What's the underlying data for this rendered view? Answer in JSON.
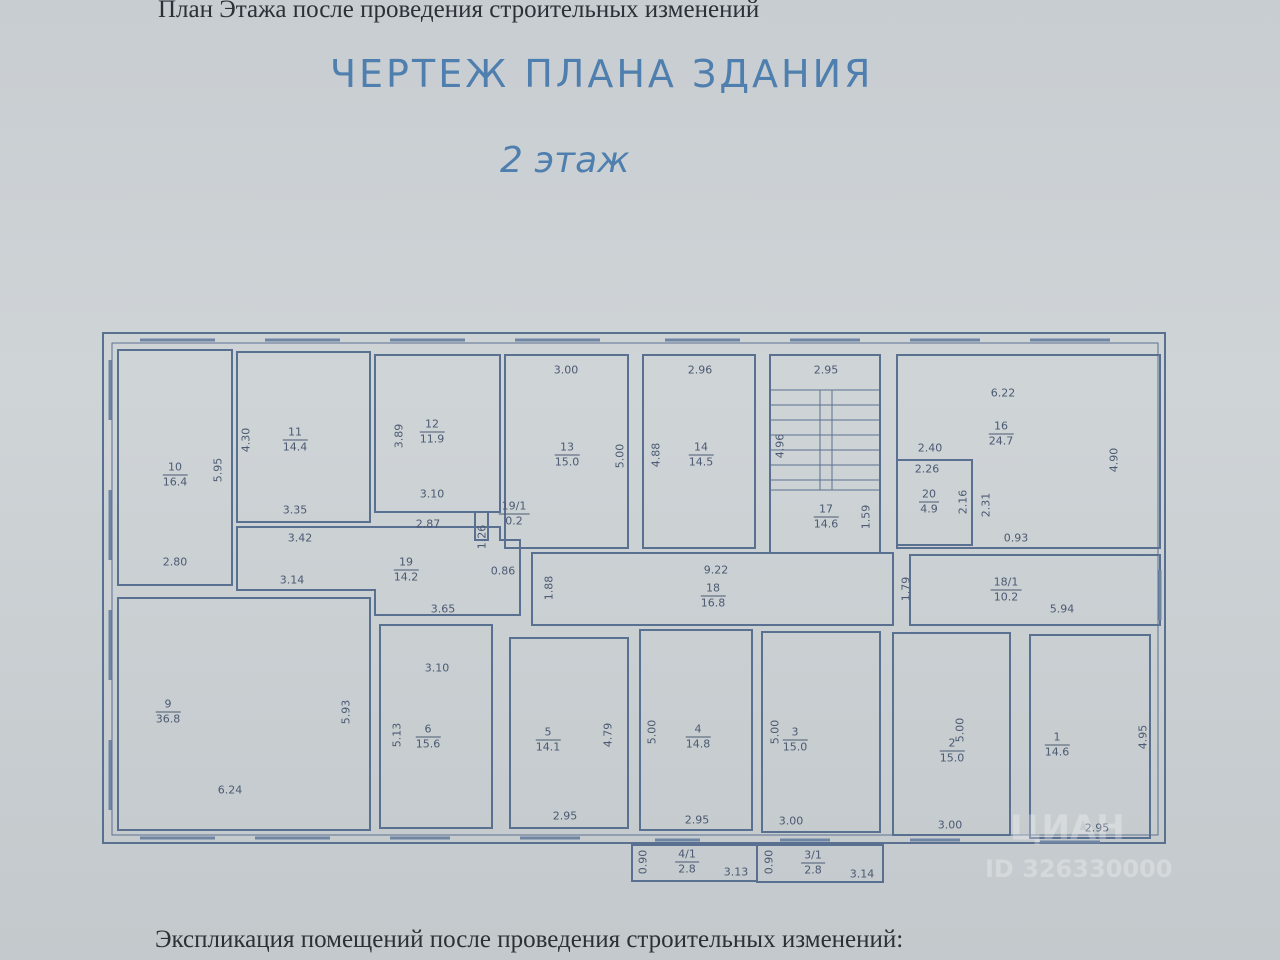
{
  "document": {
    "header_line": "План Этажа после проведения строительных изменений",
    "footer_line": "Экспликация помещений после проведения строительных изменений:"
  },
  "plan": {
    "title": "ЧЕРТЕЖ ПЛАНА ЗДАНИЯ",
    "floor": "2 этаж",
    "rooms": [
      {
        "num": "1",
        "area": "14.6"
      },
      {
        "num": "2",
        "area": "15.0"
      },
      {
        "num": "3",
        "area": "15.0"
      },
      {
        "num": "4",
        "area": "14.8"
      },
      {
        "num": "5",
        "area": "14.1"
      },
      {
        "num": "6",
        "area": "15.6"
      },
      {
        "num": "9",
        "area": "36.8"
      },
      {
        "num": "10",
        "area": "16.4"
      },
      {
        "num": "11",
        "area": "14.4"
      },
      {
        "num": "12",
        "area": "11.9"
      },
      {
        "num": "13",
        "area": "15.0"
      },
      {
        "num": "14",
        "area": "14.5"
      },
      {
        "num": "16",
        "area": "24.7"
      },
      {
        "num": "17",
        "area": "14.6"
      },
      {
        "num": "18",
        "area": "16.8"
      },
      {
        "num": "18/1",
        "area": "10.2"
      },
      {
        "num": "19",
        "area": "14.2"
      },
      {
        "num": "19/1",
        "area": "0.2"
      },
      {
        "num": "20",
        "area": "4.9"
      },
      {
        "num": "4/1",
        "area": "2.8"
      },
      {
        "num": "3/1",
        "area": "2.8"
      }
    ],
    "dims": [
      "5.95",
      "2.80",
      "4.30",
      "3.35",
      "3.42",
      "3.14",
      "3.89",
      "3.10",
      "2.87",
      "1.26",
      "0.86",
      "3.65",
      "3.00",
      "5.00",
      "1.88",
      "2.96",
      "4.88",
      "2.95",
      "4.96",
      "1.59",
      "9.22",
      "6.22",
      "2.40",
      "2.26",
      "2.16",
      "2.31",
      "0.93",
      "4.90",
      "1.79",
      "5.94",
      "3.10",
      "5.93",
      "6.24",
      "5.13",
      "4.79",
      "2.95",
      "5.00",
      "2.95",
      "5.00",
      "3.00",
      "5.00",
      "3.00",
      "4.95",
      "2.95",
      "0.90",
      "3.13",
      "0.90",
      "3.14"
    ]
  },
  "watermark": {
    "brand": "ЦИАН",
    "id": "ID 326330000"
  },
  "colors": {
    "ink": "#5a7090",
    "title": "#4f7fae"
  }
}
